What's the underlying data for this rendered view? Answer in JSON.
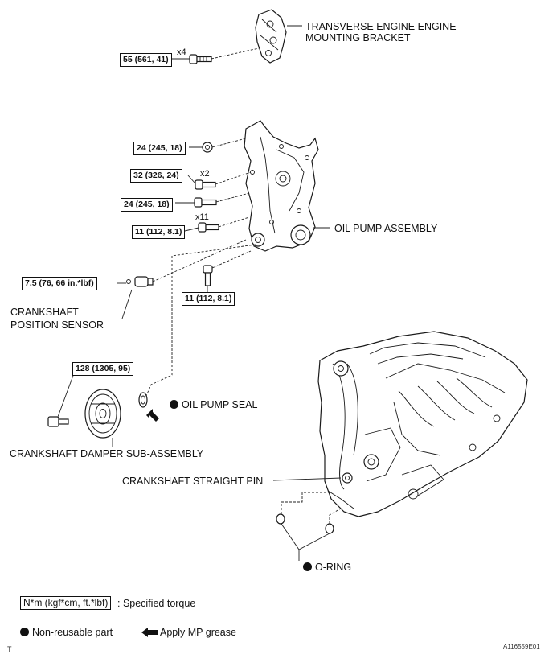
{
  "labels": {
    "bracket_line1": "TRANSVERSE ENGINE ENGINE",
    "bracket_line2": "MOUNTING BRACKET",
    "oil_pump_assembly": "OIL PUMP ASSEMBLY",
    "ckp_sensor_line1": "CRANKSHAFT",
    "ckp_sensor_line2": "POSITION SENSOR",
    "oil_pump_seal": "OIL PUMP SEAL",
    "damper": "CRANKSHAFT DAMPER SUB-ASSEMBLY",
    "straight_pin": "CRANKSHAFT STRAIGHT PIN",
    "o_ring": "O-RING"
  },
  "torques": {
    "bracket_bolt": "55 (561, 41)",
    "cover_stud": "24 (245, 18)",
    "cover_bolt_x2": "32 (326, 24)",
    "cover_bolt_2": "24 (245, 18)",
    "cover_bolts_x11": "11 (112, 8.1)",
    "sensor_bolt": "7.5 (76, 66 in.*lbf)",
    "pump_bolt": "11 (112, 8.1)",
    "damper_bolt": "128 (1305, 95)"
  },
  "quantities": {
    "bracket_bolt": "x4",
    "cover_bolt_x2": "x2",
    "cover_bolts_x11": "x11"
  },
  "legend": {
    "torque_units": "N*m (kgf*cm, ft.*lbf)",
    "torque_desc": ": Specified torque",
    "non_reusable": "Non-reusable part",
    "mp_grease": "Apply MP grease"
  },
  "footer": {
    "left_mark": "T",
    "figure_id": "A116559E01"
  }
}
